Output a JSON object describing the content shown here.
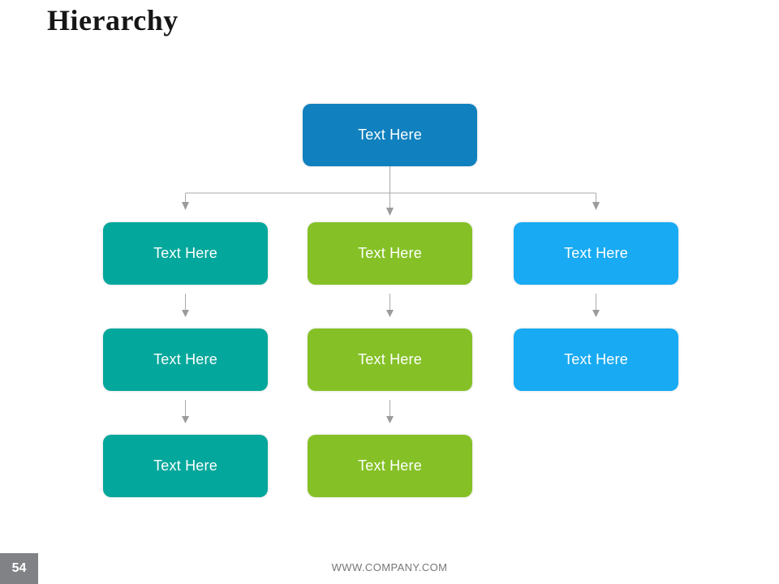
{
  "slide": {
    "title": "Hierarchy",
    "page_number": "54",
    "footer_url": "WWW.COMPANY.COM"
  },
  "colors": {
    "root_blue": "#1080BE",
    "teal": "#04A79B",
    "green": "#85C126",
    "light_blue": "#18AAF2",
    "connector_gray": "#A6A6A6",
    "page_badge_gray": "#808285",
    "box_text": "#FFFFFF",
    "title_text": "#161616"
  },
  "hierarchy": {
    "root": {
      "label": "Text Here"
    },
    "columns": [
      {
        "name": "left",
        "color": "#04A79B",
        "nodes": [
          {
            "label": "Text Here"
          },
          {
            "label": "Text Here"
          },
          {
            "label": "Text Here"
          }
        ]
      },
      {
        "name": "middle",
        "color": "#85C126",
        "nodes": [
          {
            "label": "Text Here"
          },
          {
            "label": "Text Here"
          },
          {
            "label": "Text Here"
          }
        ]
      },
      {
        "name": "right",
        "color": "#18AAF2",
        "nodes": [
          {
            "label": "Text Here"
          },
          {
            "label": "Text Here"
          }
        ]
      }
    ]
  }
}
